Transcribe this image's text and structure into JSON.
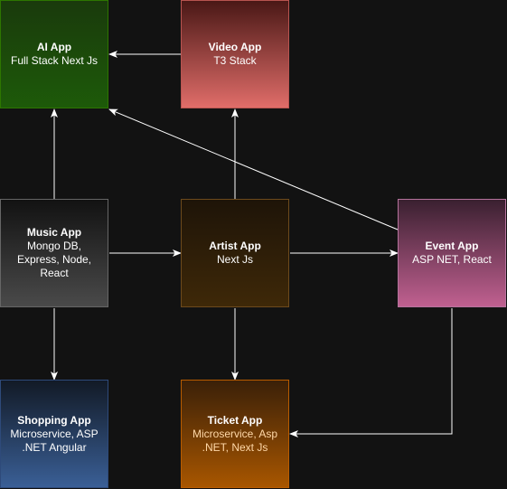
{
  "nodes": {
    "ai": {
      "title": "AI App",
      "subtitle": "Full Stack Next Js"
    },
    "video": {
      "title": "Video App",
      "subtitle": "T3 Stack"
    },
    "music": {
      "title": "Music App",
      "subtitle": "Mongo DB, Express, Node, React"
    },
    "artist": {
      "title": "Artist App",
      "subtitle": "Next Js"
    },
    "event": {
      "title": "Event App",
      "subtitle": "ASP NET, React"
    },
    "shop": {
      "title": "Shopping App",
      "subtitle": "Microservice, ASP .NET Angular"
    },
    "ticket": {
      "title": "Ticket App",
      "subtitle": "Microservice, Asp .NET, Next Js"
    }
  },
  "edges": [
    {
      "from": "video",
      "to": "ai"
    },
    {
      "from": "music",
      "to": "ai"
    },
    {
      "from": "artist",
      "to": "video"
    },
    {
      "from": "event",
      "to": "ai"
    },
    {
      "from": "music",
      "to": "artist"
    },
    {
      "from": "artist",
      "to": "event"
    },
    {
      "from": "music",
      "to": "shop"
    },
    {
      "from": "artist",
      "to": "ticket"
    },
    {
      "from": "event",
      "to": "ticket"
    }
  ],
  "colors": {
    "background": "#121212",
    "edge": "#ffffff"
  }
}
